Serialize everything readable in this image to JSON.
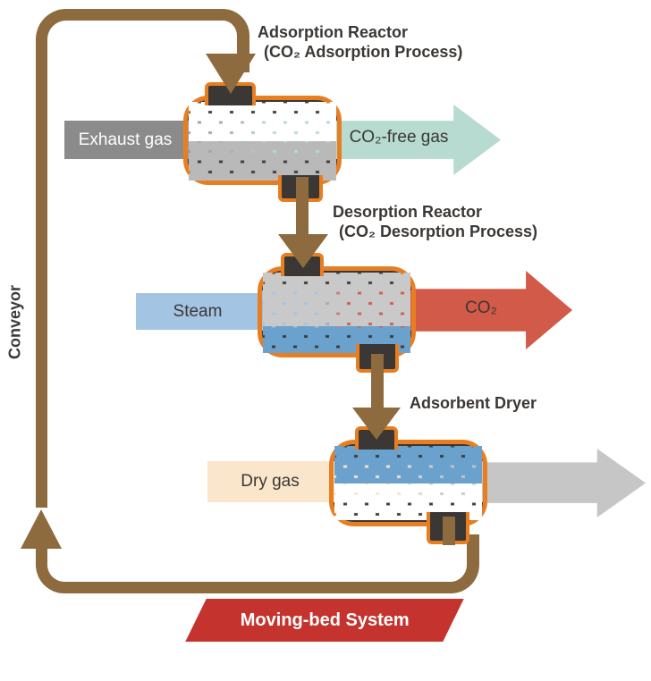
{
  "diagram": {
    "reactors": [
      {
        "id": "adsorption-reactor",
        "title_line1": "Adsorption Reactor",
        "title_line2": "(CO₂ Adsorption Process)"
      },
      {
        "id": "desorption-reactor",
        "title_line1": "Desorption Reactor",
        "title_line2": "(CO₂ Desorption Process)"
      },
      {
        "id": "adsorbent-dryer",
        "title_line1": "Adsorbent Dryer"
      }
    ],
    "flows": {
      "exhaust_gas": "Exhaust gas",
      "co2_free_gas": "CO₂-free gas",
      "steam": "Steam",
      "co2": "CO₂",
      "dry_gas": "Dry gas"
    },
    "conveyor_label": "Conveyor",
    "banner_label": "Moving-bed System",
    "colors": {
      "conveyor_brown": "#8e6b3e",
      "tank_dark": "#3b3734",
      "tank_border_orange": "#e87e22",
      "exhaust_gray": "#8b8b8b",
      "co2_free_teal": "#b7dbd0",
      "steam_blue": "#a4c4e3",
      "co2_red": "#d15a48",
      "dry_gas_cream": "#fae6cb",
      "outlet_gray": "#c6c6c6",
      "banner_red": "#c4332e",
      "bead_blue": "#6aa2cd",
      "bead_gray": "#b9b9b9",
      "bead_white": "#ffffff"
    }
  }
}
